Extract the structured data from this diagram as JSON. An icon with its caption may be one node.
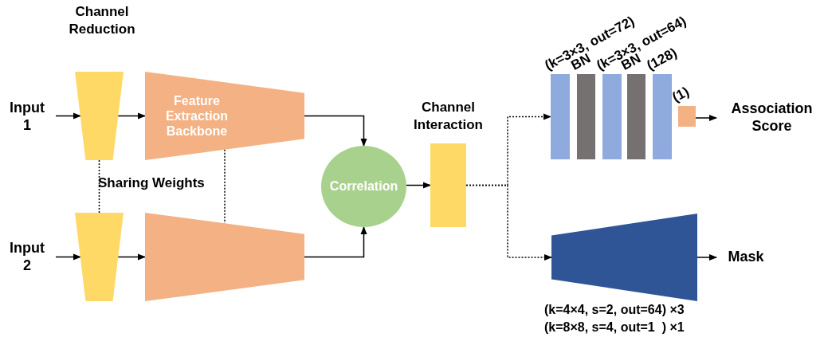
{
  "diagram": {
    "nodes": [
      {
        "text": [
          "Input 1"
        ]
      },
      {
        "text": [
          "Channel Reduction"
        ]
      },
      {
        "text": [
          "Feature Extraction Backbone"
        ]
      },
      {
        "text": [
          "Input 2"
        ]
      },
      {
        "text": [],
        "shape": "trapezoid"
      },
      {
        "text": [],
        "shape": "trapezoid"
      },
      {
        "text": [
          "Correlation"
        ]
      },
      {
        "text": [
          "Channel Interaction"
        ]
      },
      {
        "text": [
          "(k=3×3, out=72)"
        ]
      },
      {
        "text": [
          "BN"
        ]
      },
      {
        "text": [
          "(k=3×3, out=64)"
        ]
      },
      {
        "text": [
          "BN"
        ]
      },
      {
        "text": [
          "(128)"
        ]
      },
      {
        "text": [
          "(1)"
        ]
      },
      {
        "text": [
          "Association Score"
        ]
      },
      {
        "text": [],
        "shape": "trapezoid",
        "beside": [
          "(k=4×4, s=2, out=64) ×3",
          "(k=8×8, s=4, out=1  ) ×1"
        ]
      },
      {
        "text": [
          "Mask"
        ]
      }
    ],
    "edges": [
      {
        "from": 0,
        "to": 1,
        "arrow": "to"
      },
      {
        "from": 1,
        "to": 2,
        "arrow": "to"
      },
      {
        "from": 2,
        "to": 6,
        "arrow": "to"
      },
      {
        "from": 3,
        "to": 4,
        "arrow": "to"
      },
      {
        "from": 4,
        "to": 5,
        "arrow": "to"
      },
      {
        "from": 5,
        "to": 6,
        "arrow": "to"
      },
      {
        "from": 6,
        "to": 7,
        "arrow": "to"
      },
      {
        "from": 7,
        "to": 8,
        "arrow": "to",
        "style": "dashed"
      },
      {
        "from": 7,
        "to": 15,
        "arrow": "to",
        "style": "dashed"
      },
      {
        "from": 13,
        "to": 14,
        "arrow": "to"
      },
      {
        "from": 15,
        "to": 16,
        "arrow": "to"
      },
      {
        "from": 1,
        "to": 4,
        "arrow": "none",
        "style": "dashed"
      },
      {
        "from": 2,
        "to": 5,
        "arrow": "none",
        "style": "dashed"
      }
    ],
    "labels": [
      "Sharing Weights"
    ]
  }
}
